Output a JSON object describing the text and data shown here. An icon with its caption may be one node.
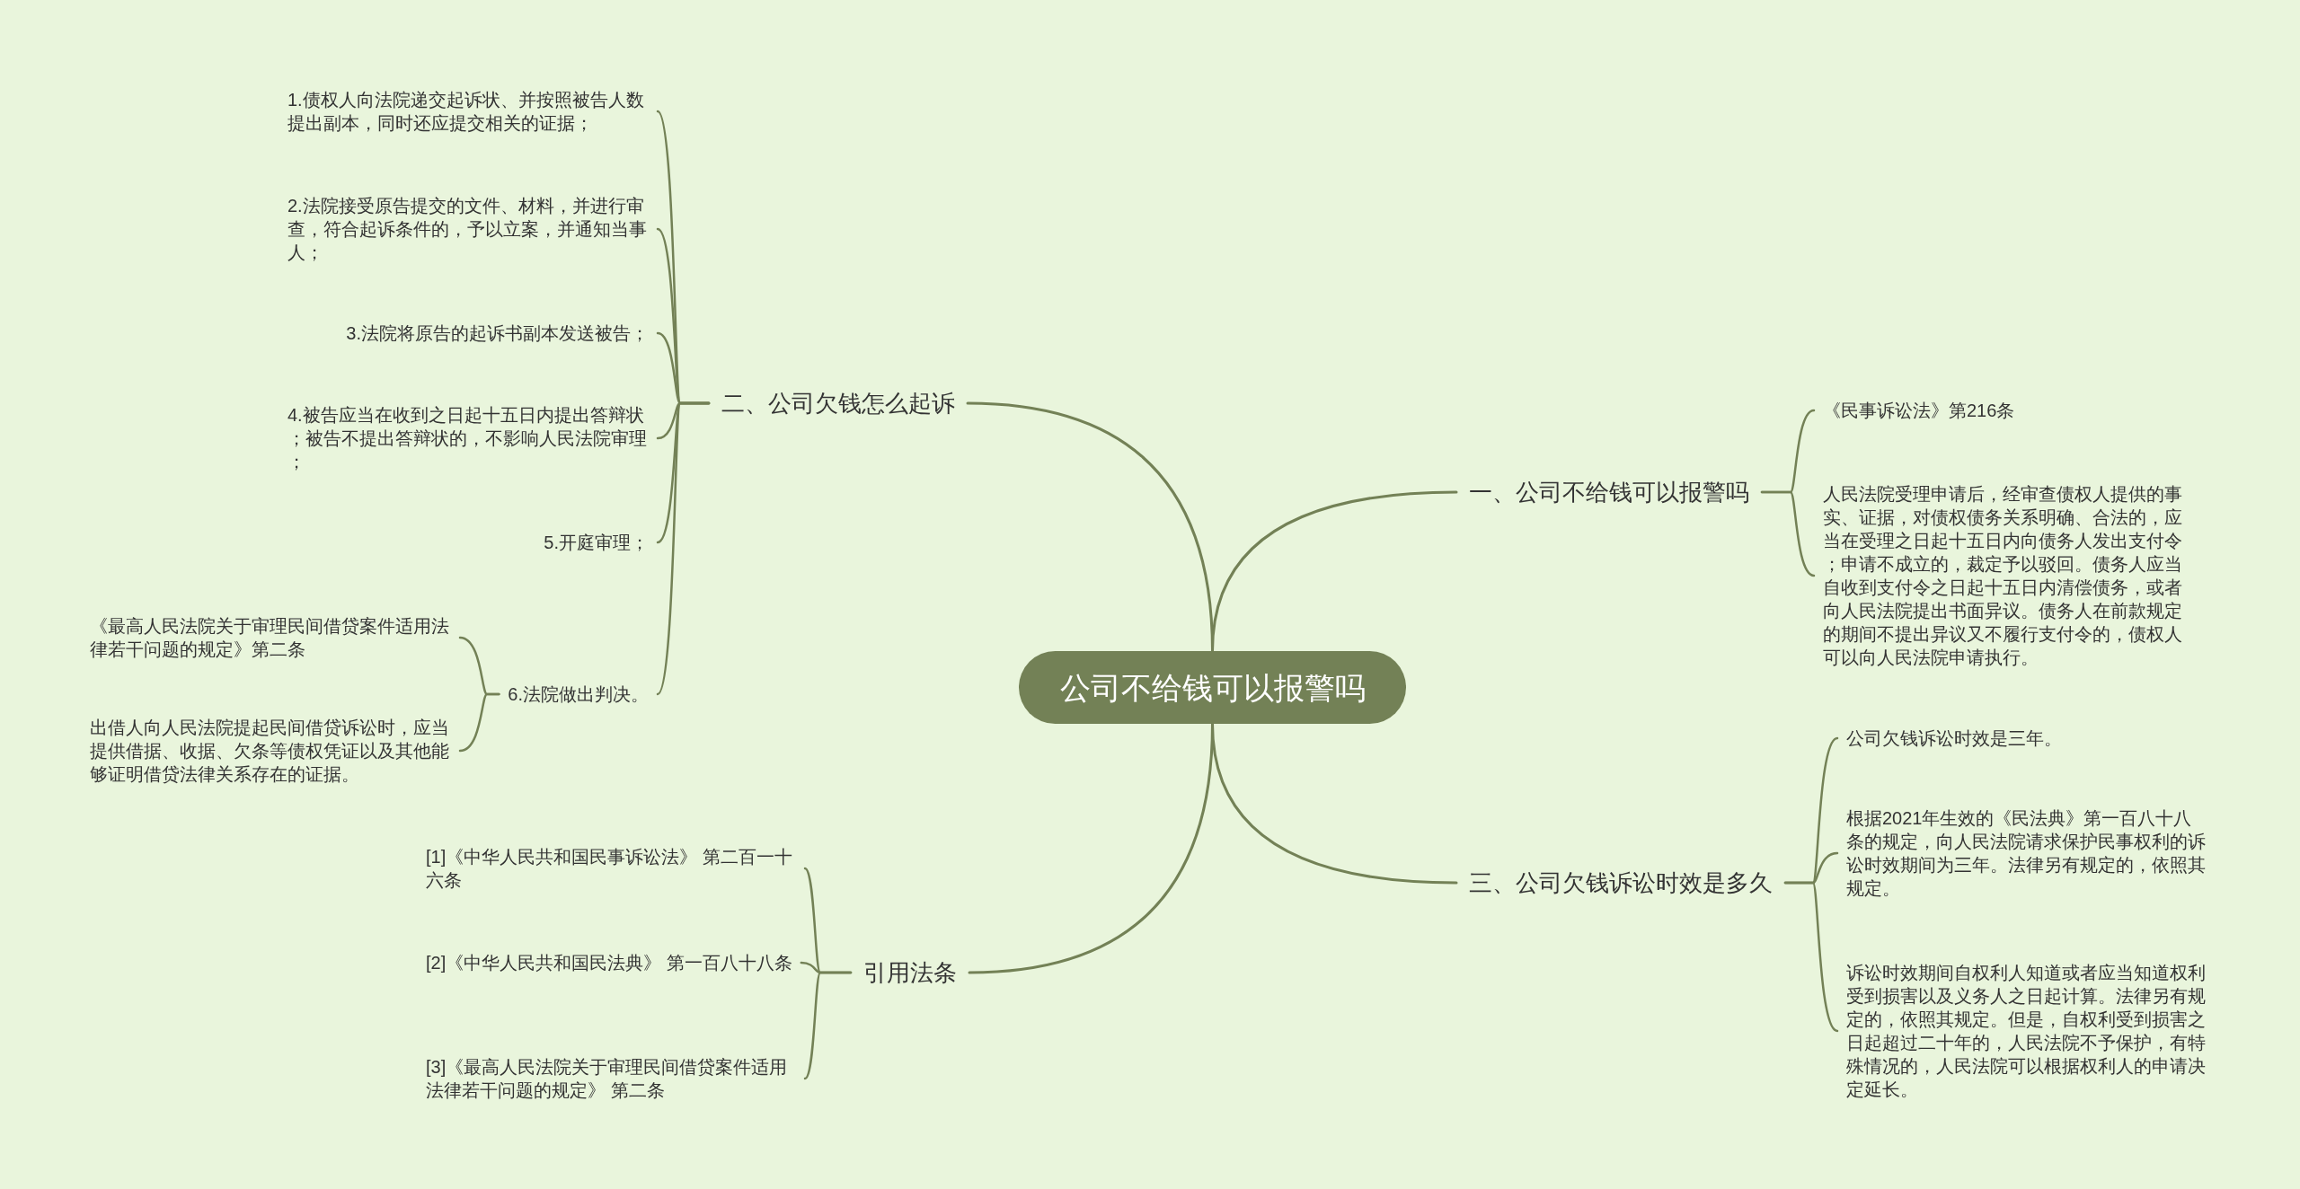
{
  "diagram": {
    "nodes": [
      {
        "text": [
          "公司不给钱可以报警吗"
        ]
      },
      {
        "text": [
          "二、公司欠钱怎么起诉"
        ]
      },
      {
        "text": [
          "1.债权人向法院递交起诉状、并按照被告人数提出副本，同时还应提交相关的证据；"
        ]
      },
      {
        "text": [
          "2.法院接受原告提交的文件、材料，并进行审查，符合起诉条件的，予以立案，并通知当事人；"
        ]
      },
      {
        "text": [
          "3.法院将原告的起诉书副本发送被告；"
        ]
      },
      {
        "text": [
          "4.被告应当在收到之日起十五日内提出答辩状；被告不提出答辩状的，不影响人民法院审理；"
        ]
      },
      {
        "text": [
          "5.开庭审理；"
        ]
      },
      {
        "text": [
          "6.法院做出判决。"
        ]
      },
      {
        "text": [
          "《最高人民法院关于审理民间借贷案件适用法律若干问题的规定》第二条"
        ]
      },
      {
        "text": [
          "出借人向人民法院提起民间借贷诉讼时，应当提供借据、收据、欠条等债权凭证以及其他能够证明借贷法律关系存在的证据。"
        ]
      },
      {
        "text": [
          "一、公司不给钱可以报警吗"
        ]
      },
      {
        "text": [
          "《民事诉讼法》第216条"
        ]
      },
      {
        "text": [
          "人民法院受理申请后，经审查债权人提供的事实、证据，对债权债务关系明确、合法的，应当在受理之日起十五日内向债务人发出支付令；申请不成立的，裁定予以驳回。债务人应当自收到支付令之日起十五日内清偿债务，或者向人民法院提出书面异议。债务人在前款规定的期间不提出异议又不履行支付令的，债权人可以向人民法院申请执行。"
        ]
      },
      {
        "text": [
          "三、公司欠钱诉讼时效是多久"
        ]
      },
      {
        "text": [
          "公司欠钱诉讼时效是三年。"
        ]
      },
      {
        "text": [
          "根据2021年生效的《民法典》第一百八十八条的规定，向人民法院请求保护民事权利的诉讼时效期间为三年。法律另有规定的，依照其规定。"
        ]
      },
      {
        "text": [
          "诉讼时效期间自权利人知道或者应当知道权利受到损害以及义务人之日起计算。法律另有规定的，依照其规定。但是，自权利受到损害之日起超过二十年的，人民法院不予保护，有特殊情况的，人民法院可以根据权利人的申请决定延长。"
        ]
      },
      {
        "text": [
          "引用法条"
        ]
      },
      {
        "text": [
          "[1]《中华人民共和国民事诉讼法》 第二百一十六条"
        ]
      },
      {
        "text": [
          "[2]《中华人民共和国民法典》 第一百八十八条"
        ]
      },
      {
        "text": [
          "[3]《最高人民法院关于审理民间借贷案件适用法律若干问题的规定》 第二条"
        ]
      }
    ],
    "edges": [
      {
        "from": 0,
        "to": 1,
        "arrow": "none"
      },
      {
        "from": 0,
        "to": 10,
        "arrow": "none"
      },
      {
        "from": 0,
        "to": 13,
        "arrow": "none"
      },
      {
        "from": 0,
        "to": 17,
        "arrow": "none"
      },
      {
        "from": 1,
        "to": 2,
        "arrow": "none"
      },
      {
        "from": 1,
        "to": 3,
        "arrow": "none"
      },
      {
        "from": 1,
        "to": 4,
        "arrow": "none"
      },
      {
        "from": 1,
        "to": 5,
        "arrow": "none"
      },
      {
        "from": 1,
        "to": 6,
        "arrow": "none"
      },
      {
        "from": 1,
        "to": 7,
        "arrow": "none"
      },
      {
        "from": 7,
        "to": 8,
        "arrow": "none"
      },
      {
        "from": 7,
        "to": 9,
        "arrow": "none"
      },
      {
        "from": 10,
        "to": 11,
        "arrow": "none"
      },
      {
        "from": 10,
        "to": 12,
        "arrow": "none"
      },
      {
        "from": 13,
        "to": 14,
        "arrow": "none"
      },
      {
        "from": 13,
        "to": 15,
        "arrow": "none"
      },
      {
        "from": 13,
        "to": 16,
        "arrow": "none"
      },
      {
        "from": 17,
        "to": 18,
        "arrow": "none"
      },
      {
        "from": 17,
        "to": 19,
        "arrow": "none"
      },
      {
        "from": 17,
        "to": 20,
        "arrow": "none"
      }
    ]
  }
}
